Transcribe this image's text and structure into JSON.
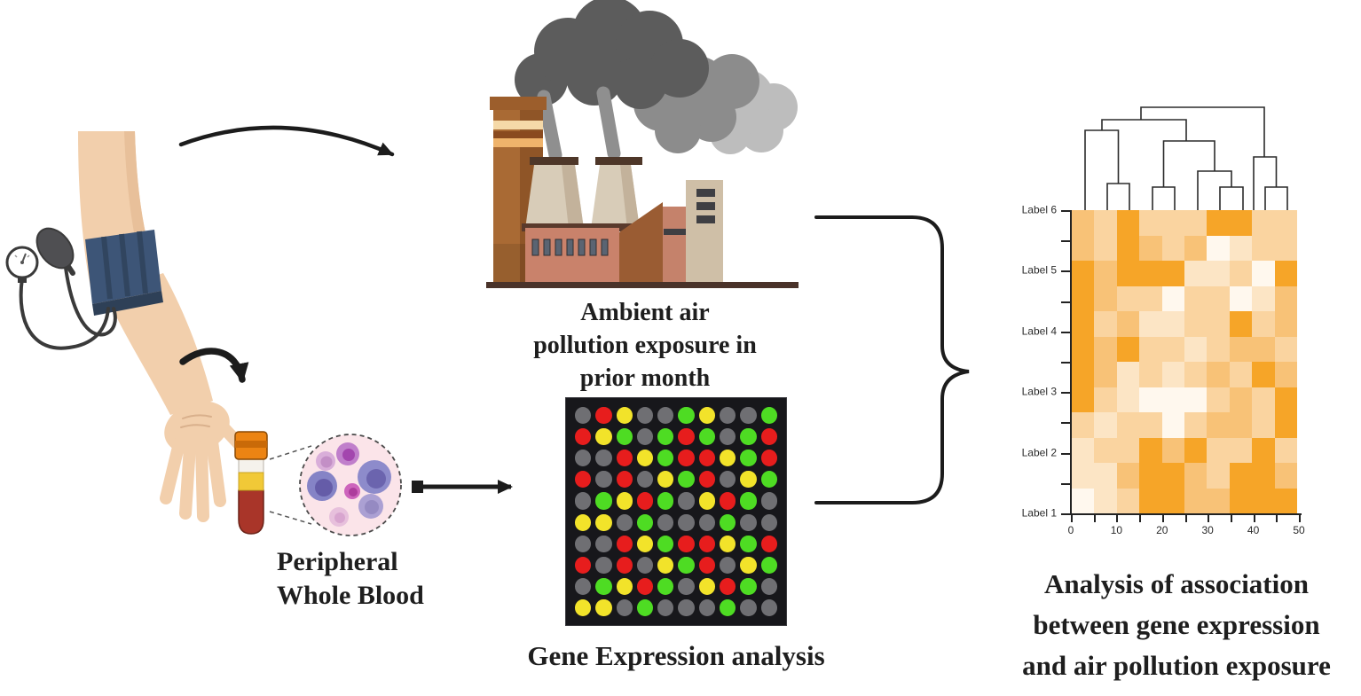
{
  "captions": {
    "factory": [
      "Ambient air",
      "pollution exposure in",
      "prior month"
    ],
    "blood": [
      "Peripheral",
      "Whole Blood"
    ],
    "microarray": "Gene Expression analysis",
    "analysis": [
      "Analysis of association",
      "between gene expression",
      "and air pollution exposure"
    ]
  },
  "microarray": {
    "rows": 10,
    "cols": 10,
    "background": "#17171b",
    "dot_colors": {
      "x": "#6f6f73",
      "r": "#e71d1d",
      "y": "#f2e32a",
      "g": "#4edc23"
    },
    "grid": [
      "xryxxgyxxg",
      "rygxgrgxgr",
      "xxrygrrygr",
      "rxrxygrxyg",
      "xgyrgxyrgx",
      "yyxgxxxgxx",
      "xxrygrrygr",
      "rxrxygrxyg",
      "xgyrgxyrgx",
      "yyxgxxxgxx"
    ]
  },
  "heatmap": {
    "type": "heatmap",
    "row_labels": [
      "Label 6",
      "Label 5",
      "Label 4",
      "Label 3",
      "Label 2",
      "Label 1"
    ],
    "x_tick_labels": [
      "0",
      "10",
      "20",
      "30",
      "40",
      "50"
    ],
    "x_range": [
      0,
      50
    ],
    "palette": [
      "#fff8ee",
      "#fce5c5",
      "#fad4a0",
      "#f8c277",
      "#f6a528"
    ],
    "grid": [
      "3242224422",
      "3243230122",
      "4344411204",
      "4322022013",
      "4231122423",
      "4342212332",
      "4312123243",
      "4210002324",
      "2122023324",
      "1224342242",
      "1134432443",
      "0124433444"
    ]
  },
  "colors": {
    "skin": "#f2cfac",
    "cuff_blue": "#3d5577",
    "arrow_black": "#1c1c1c",
    "tube_cap_orange": "#ec8413",
    "tube_blood_red": "#a93529",
    "cell_circle_pink": "#fbe4e9",
    "smoke_dark": "#5c5c5c",
    "smoke_mid": "#8c8c8c",
    "smoke_light": "#bdbdbd",
    "factory_brick": "#c9826b",
    "factory_chimney": "#a96a34",
    "factory_tan": "#cfbfa7"
  }
}
